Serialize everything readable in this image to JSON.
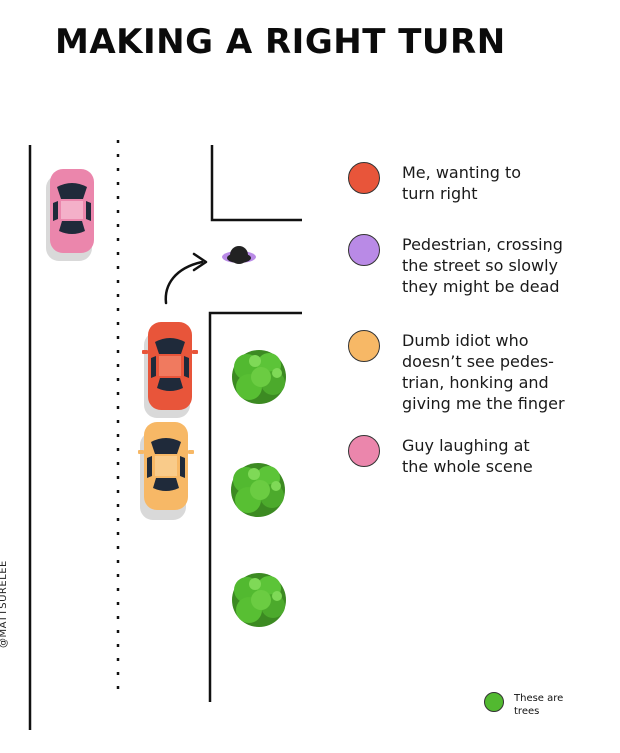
{
  "title": "MAKING A RIGHT TURN",
  "credit": "@MATTSURELEE",
  "colors": {
    "me": "#e8553a",
    "pedestrian": "#b98ae6",
    "honker": "#f7b866",
    "laugher": "#eb86ac",
    "tree": "#52b930"
  },
  "legend": [
    {
      "label": "Me, wanting to\nturn right",
      "color": "#e8553a"
    },
    {
      "label": "Pedestrian, crossing\nthe street so slowly\nthey might be dead",
      "color": "#b98ae6"
    },
    {
      "label": "Dumb idiot who\ndoesn’t see pedes-\ntrian, honking and\ngiving me the finger",
      "color": "#f7b866"
    },
    {
      "label": "Guy laughing at\nthe whole scene",
      "color": "#eb86ac"
    }
  ],
  "trees_note": {
    "label": "These are\ntrees",
    "color": "#52b930"
  },
  "icons": [
    "car-icon",
    "pedestrian-icon",
    "tree-icon",
    "turn-arrow-icon"
  ]
}
